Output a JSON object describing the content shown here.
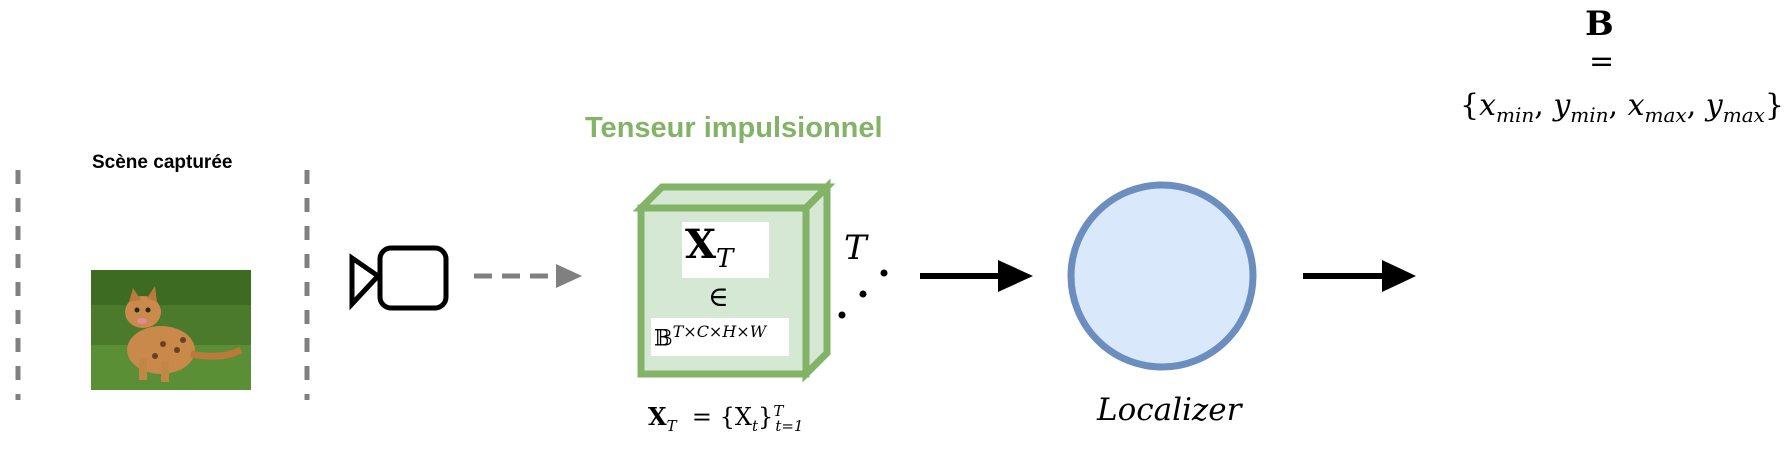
{
  "scene": {
    "title": "Scène capturée"
  },
  "tensor": {
    "title": "Tenseur impulsionnel",
    "symbol": "X",
    "symbol_sub": "T",
    "element_of": "∈",
    "space": "𝔹",
    "space_sup": "T×C×H×W",
    "depth_label": "T",
    "caption_lhs": "X",
    "caption_lhs_sub": "T",
    "caption_eq": "= {X",
    "caption_t": "t",
    "caption_close": "}",
    "caption_sup": "T",
    "caption_sub": "t=1"
  },
  "localizer": {
    "label": "Localizer"
  },
  "output": {
    "symbol": "B",
    "equals": "=",
    "set_open": "{",
    "x_min": "x",
    "x_min_sub": "min",
    "y_min": "y",
    "y_min_sub": "min",
    "x_max": "x",
    "x_max_sub": "max",
    "y_max": "y",
    "y_max_sub": "max",
    "set_close": "}",
    "sep": ", "
  },
  "colors": {
    "tensor_green": "#82b366",
    "tensor_fill": "#d5e8d4",
    "localizer_stroke": "#6c8ebf",
    "localizer_fill": "#dae8fc",
    "dashed_gray": "#808080"
  }
}
